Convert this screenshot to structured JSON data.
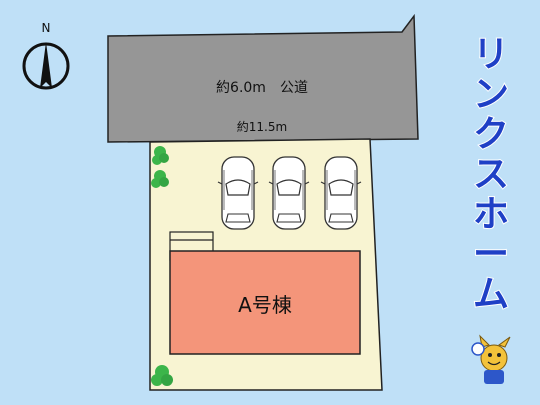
{
  "compass": {
    "north_label": "N"
  },
  "road": {
    "label": "約6.0m　公道",
    "frontage_label": "約11.5m"
  },
  "building": {
    "label": "A号棟"
  },
  "parking": {
    "cars": 3
  },
  "logo": {
    "chars": [
      "リ",
      "ン",
      "ク",
      "ス",
      "ホ",
      "ー",
      "ム"
    ]
  },
  "colors": {
    "background": "#bfe0f7",
    "road": "#969696",
    "lot": "#f8f4d2",
    "building": "#f4957a",
    "logo": "#1f40c6",
    "tree": "#3cb54a"
  }
}
